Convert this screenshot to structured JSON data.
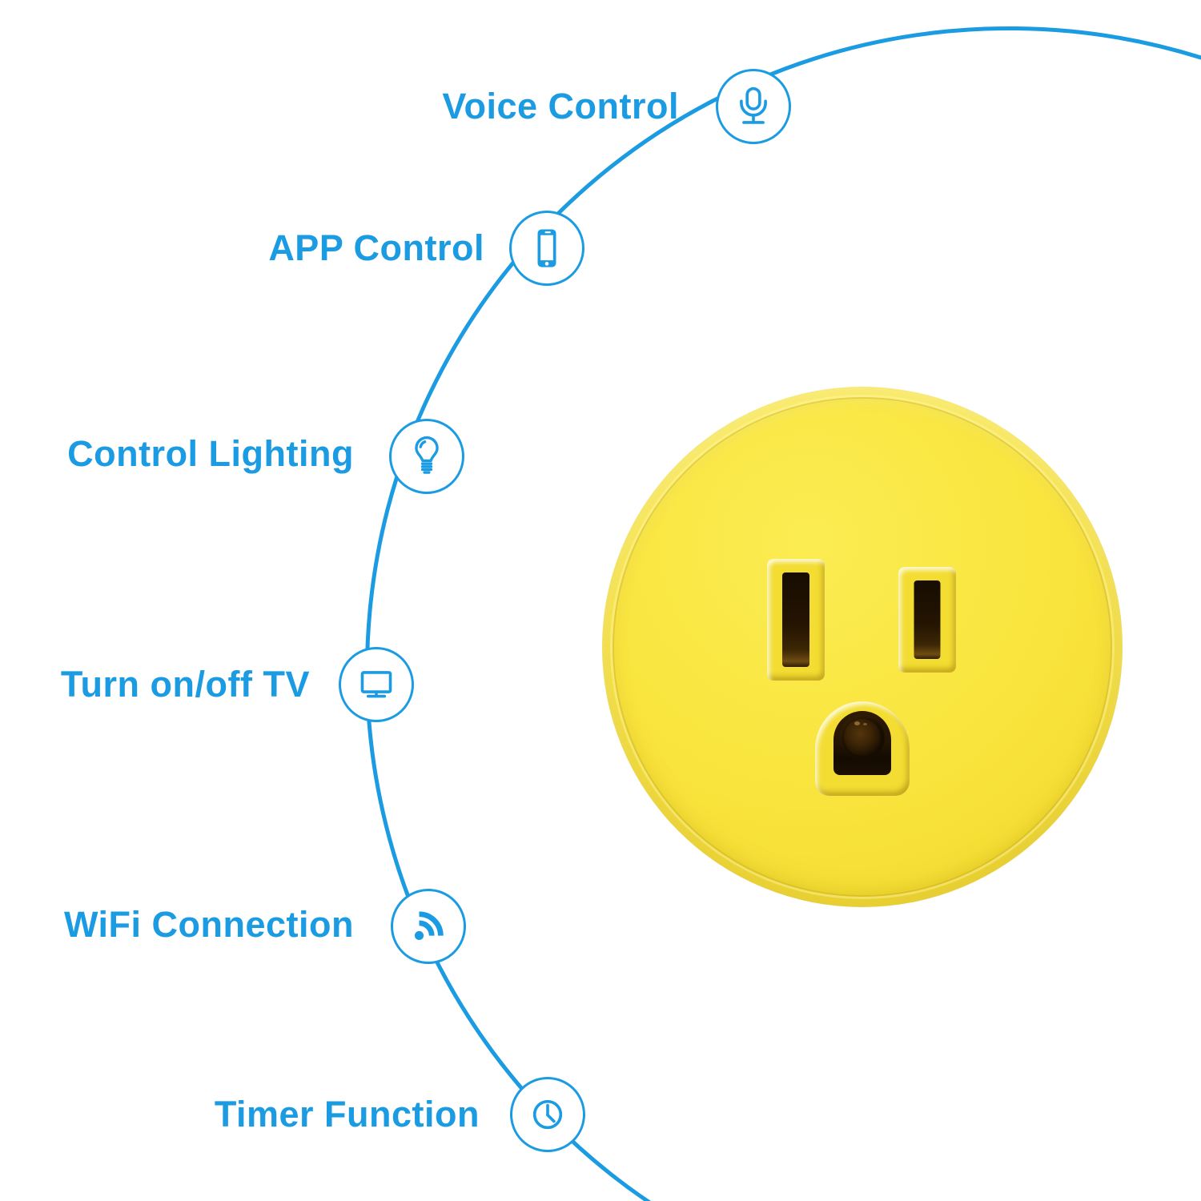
{
  "diagram": {
    "features": [
      {
        "label": "Voice Control",
        "icon": "microphone-icon"
      },
      {
        "label": "APP Control",
        "icon": "smartphone-icon"
      },
      {
        "label": "Control Lighting",
        "icon": "light-bulb-icon"
      },
      {
        "label": "Turn on/off TV",
        "icon": "tv-icon"
      },
      {
        "label": "WiFi Connection",
        "icon": "wifi-icon"
      },
      {
        "label": "Timer Function",
        "icon": "clock-icon"
      }
    ],
    "colors": {
      "accent_blue": "#1B9BE2",
      "plug_yellow": "#F8E43C",
      "socket_dark": "#241402",
      "background": "#FFFFFF"
    },
    "product": {
      "description": "round yellow smart plug, US three-prong socket face"
    }
  }
}
